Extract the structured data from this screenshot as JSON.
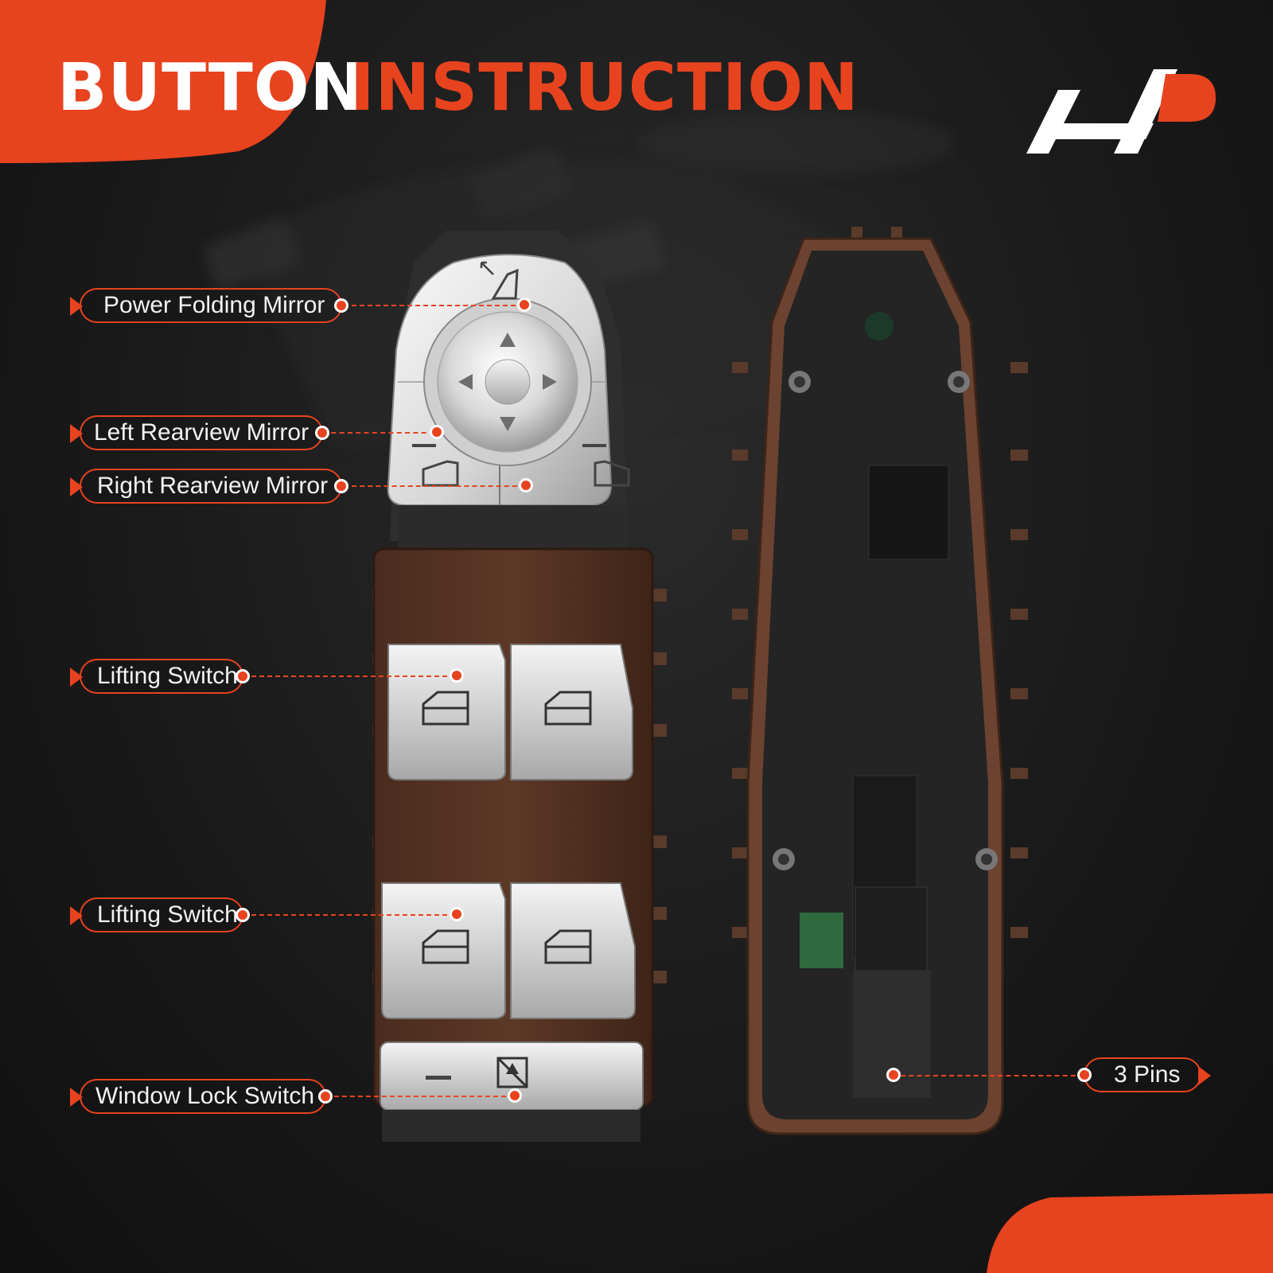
{
  "title": {
    "word1": "BUTTON",
    "word2": "INSTRUCTION"
  },
  "brand": {
    "logo": "ap-logo-icon",
    "accent_color": "#e8431f",
    "background_color": "#161616"
  },
  "callouts": [
    {
      "id": "power-folding-mirror",
      "label": "Power Folding Mirror"
    },
    {
      "id": "left-rearview-mirror",
      "label": "Left Rearview Mirror"
    },
    {
      "id": "right-rearview-mirror",
      "label": "Right Rearview Mirror"
    },
    {
      "id": "lifting-switch-1",
      "label": "Lifting Switch"
    },
    {
      "id": "lifting-switch-2",
      "label": "Lifting Switch"
    },
    {
      "id": "window-lock-switch",
      "label": "Window Lock Switch"
    },
    {
      "id": "3-pins",
      "label": "3 Pins"
    }
  ]
}
